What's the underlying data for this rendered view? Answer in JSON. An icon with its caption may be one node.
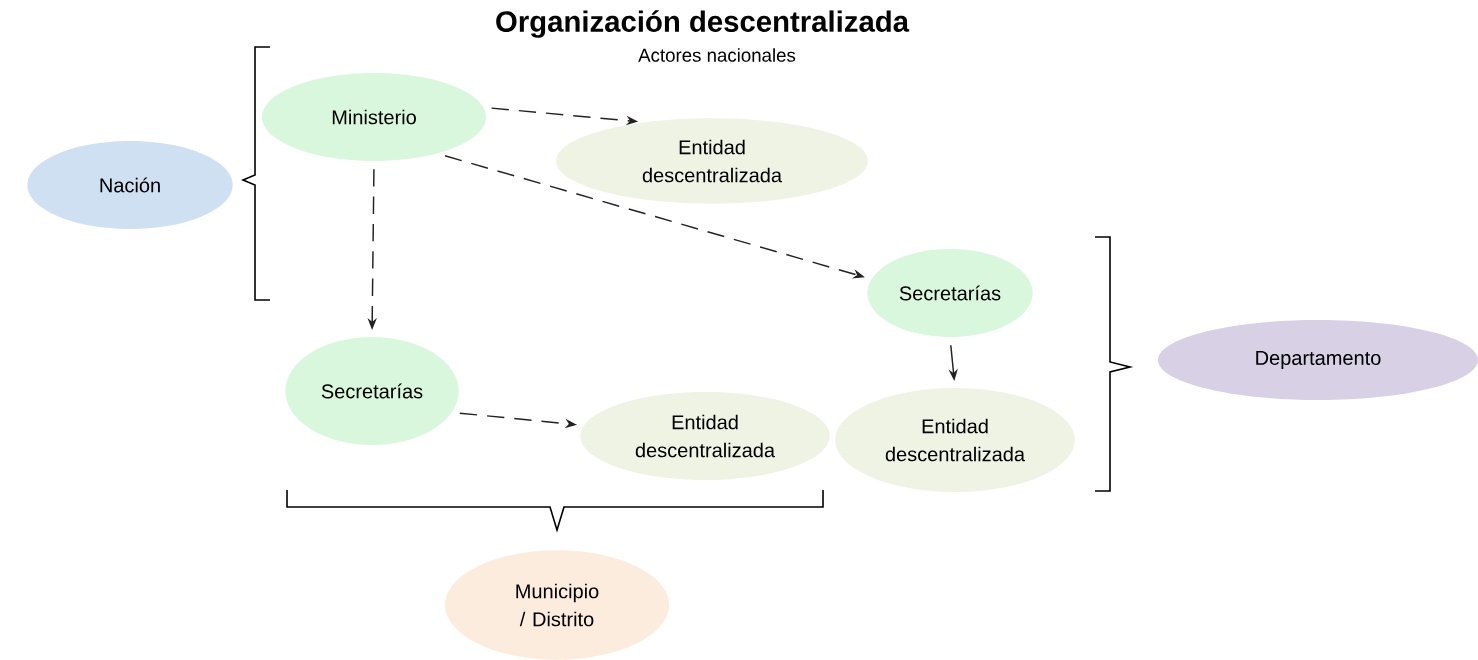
{
  "diagram": {
    "title": "Organización descentralizada",
    "nodes": [
      {
        "text": [
          "Nación"
        ]
      },
      {
        "text": [
          "Ministerio"
        ]
      },
      {
        "text": [
          "Entidad descentralizada"
        ]
      },
      {
        "text": [
          "Secretarías"
        ]
      },
      {
        "text": [
          "Departamento"
        ]
      },
      {
        "text": [
          "Secretarías"
        ]
      },
      {
        "text": [
          "Entidad descentralizada"
        ]
      },
      {
        "text": [
          "Entidad descentralizada"
        ]
      },
      {
        "text": [
          "Municipio / Distrito"
        ]
      }
    ],
    "edges": [
      {
        "from": 1,
        "to": 2,
        "arrow": "to",
        "style": "dashed"
      },
      {
        "from": 1,
        "to": 3,
        "arrow": "to",
        "style": "dashed"
      },
      {
        "from": 1,
        "to": 5,
        "arrow": "to",
        "style": "dashed"
      },
      {
        "from": 5,
        "to": 6,
        "arrow": "to",
        "style": "dashed"
      },
      {
        "from": 3,
        "to": 7,
        "arrow": "to"
      }
    ],
    "labels": [
      "Actores nacionales"
    ]
  }
}
